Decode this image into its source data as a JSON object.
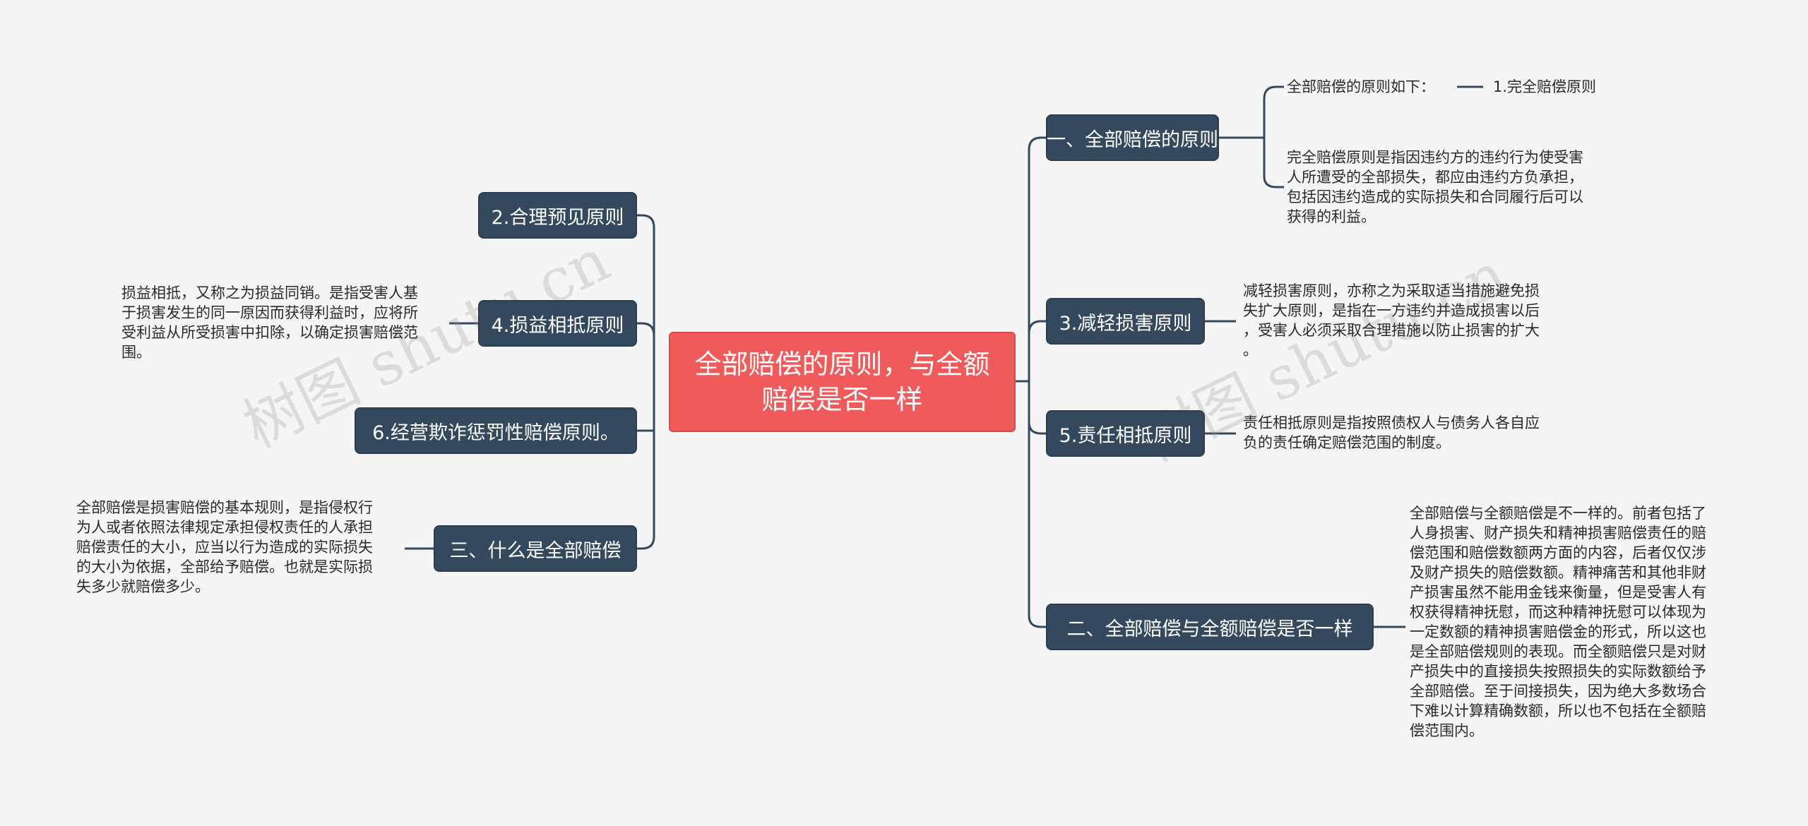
{
  "root": "全部赔偿的原则，与全额\n赔偿是否一样",
  "left_branches": [
    {
      "label": "2.合理预见原则"
    },
    {
      "label": "4.损益相抵原则",
      "note": "损益相抵，又称之为损益同销。是指受害人基\n于损害发生的同一原因而获得利益时，应将所\n受利益从所受损害中扣除，以确定损害赔偿范\n围。"
    },
    {
      "label": "6.经营欺诈惩罚性赔偿原则。"
    },
    {
      "label": "三、什么是全部赔偿",
      "note": "全部赔偿是损害赔偿的基本规则，是指侵权行\n为人或者依照法律规定承担侵权责任的人承担\n赔偿责任的大小，应当以行为造成的实际损失\n的大小为依据，全部给予赔偿。也就是实际损\n失多少就赔偿多少。"
    }
  ],
  "right_branches": [
    {
      "label": "一、全部赔偿的原则",
      "children": [
        {
          "text": "全部赔偿的原则如下：",
          "child": "1.完全赔偿原则"
        },
        {
          "text": "完全赔偿原则是指因违约方的违约行为使受害\n人所遭受的全部损失，都应由违约方负承担，\n包括因违约造成的实际损失和合同履行后可以\n获得的利益。"
        }
      ]
    },
    {
      "label": "3.减轻损害原则",
      "note": "减轻损害原则，亦称之为采取适当措施避免损\n失扩大原则，是指在一方违约并造成损害以后\n，受害人必须采取合理措施以防止损害的扩大\n。"
    },
    {
      "label": "5.责任相抵原则",
      "note": "责任相抵原则是指按照债权人与债务人各自应\n负的责任确定赔偿范围的制度。"
    },
    {
      "label": "二、全部赔偿与全额赔偿是否一样",
      "note": "全部赔偿与全额赔偿是不一样的。前者包括了\n人身损害、财产损失和精神损害赔偿责任的赔\n偿范围和赔偿数额两方面的内容，后者仅仅涉\n及财产损失的赔偿数额。精神痛苦和其他非财\n产损害虽然不能用金钱来衡量，但是受害人有\n权获得精神抚慰，而这种精神抚慰可以体现为\n一定数额的精神损害赔偿金的形式，所以这也\n是全部赔偿规则的表现。而全额赔偿只是对财\n产损失中的直接损失按照损失的实际数额给予\n全部赔偿。至于间接损失，因为绝大多数场合\n下难以计算精确数额，所以也不包括在全额赔\n偿范围内。"
    }
  ],
  "watermark": "树图 shutu.cn",
  "colors": {
    "root": "#f15a5a",
    "node": "#34495e",
    "line": "#34495e",
    "background": "#f5f5f5"
  }
}
